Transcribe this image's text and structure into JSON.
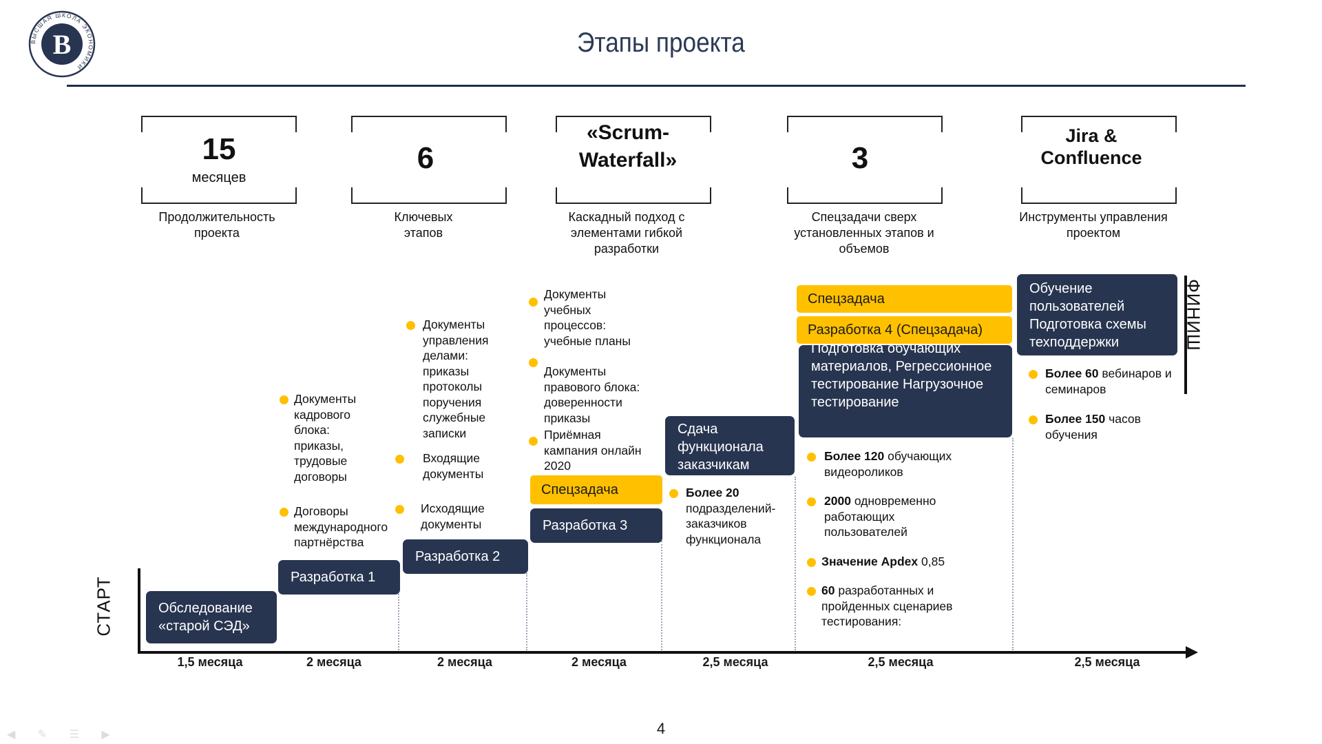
{
  "page_title": "Этапы проекта",
  "page_number": "4",
  "logo": {
    "label": "ВЫСШАЯ ШКОЛА ЭКОНОМИКИ",
    "monogram": "В",
    "color": "#283550"
  },
  "colors": {
    "navy": "#283550",
    "accent": "#ffc000",
    "rule": "#1f2d4d"
  },
  "stats": [
    {
      "value": "15",
      "unit": "месяцев",
      "caption": "Продолжительность проекта"
    },
    {
      "value": "6",
      "unit": "",
      "caption": "Ключевых этапов"
    },
    {
      "value": "«Scrum-Waterfall»",
      "unit": "",
      "caption": "Каскадный подход с элементами гибкой разработки"
    },
    {
      "value": "3",
      "unit": "",
      "caption": "Спецзадачи сверх установленных этапов и объемов"
    },
    {
      "value": "Jira & Confluence",
      "unit": "",
      "caption": "Инструменты управления проектом"
    }
  ],
  "start_label": "СТАРТ",
  "finish_label": "ФИНИШ",
  "phases": [
    {
      "label": "Обследование «старой СЭД»",
      "duration": "1,5 месяца"
    },
    {
      "label": "Разработка 1",
      "duration": "2 месяца"
    },
    {
      "label": "Разработка 2",
      "duration": "2 месяца"
    },
    {
      "label": "Разработка 3",
      "duration": "2 месяца"
    },
    {
      "label": "Сдача функционала заказчикам",
      "duration": "2,5 месяца"
    },
    {
      "label": "Подготовка обучающих материалов, Регрессионное тестирование Нагрузочное тестирование",
      "duration": "2,5 месяца"
    },
    {
      "label": "Обучение пользователей Подготовка схемы техподдержки",
      "duration": "2,5 месяца"
    }
  ],
  "special_tasks": {
    "phase3": "Спецзадача",
    "phase5_a": "Спецзадача",
    "phase5_b": "Разработка 4 (Спецзадача)"
  },
  "bullets": {
    "phase1": [
      "Документы кадрового блока: приказы, трудовые договоры",
      "Договоры международного партнёрства"
    ],
    "phase2": [
      "Документы управления делами: приказы протоколы поручения служебные записки",
      "Входящие документы",
      "Исходящие документы"
    ],
    "phase3": [
      "Документы учебных процессов: учебные планы",
      "Документы правового блока: доверенности приказы",
      "Приёмная кампания онлайн 2020"
    ],
    "phase4": [
      {
        "strong": "Более 20",
        "rest": "подразделений-заказчиков функционала"
      }
    ],
    "phase5": [
      {
        "strong": "Более 120",
        "rest": "обучающих видеороликов"
      },
      {
        "strong": "2000",
        "rest": "одновременно работающих пользователей"
      },
      {
        "strong": "Значение Apdex",
        "rest": "0,85"
      },
      {
        "strong": "60",
        "rest": "разработанных и пройденных сценариев тестирования:"
      }
    ],
    "phase6": [
      {
        "strong": "Более 60",
        "rest": "вебинаров и семинаров"
      },
      {
        "strong": "Более 150",
        "rest": "часов обучения"
      }
    ]
  }
}
